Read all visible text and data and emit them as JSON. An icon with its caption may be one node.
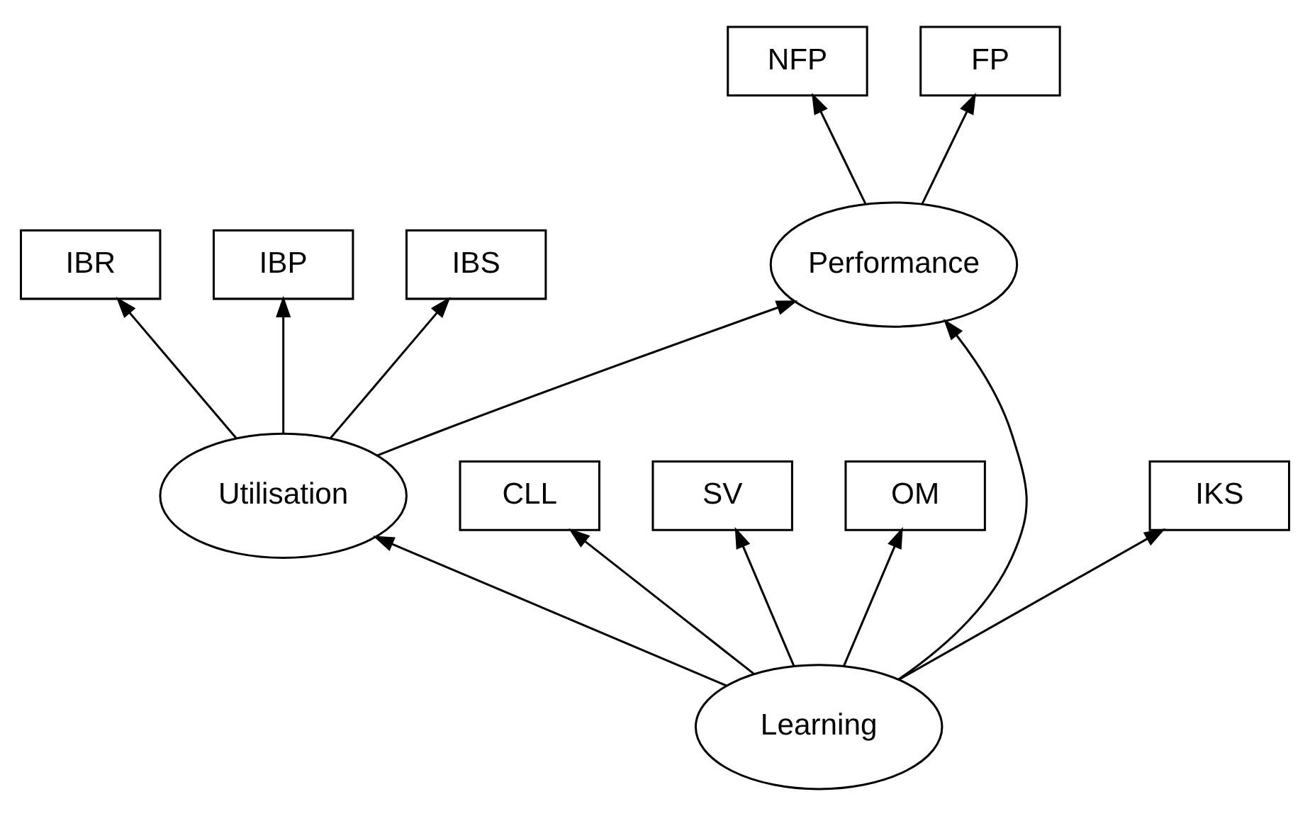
{
  "diagram": {
    "nodes": [
      {
        "text": [
          "IBR"
        ]
      },
      {
        "text": [
          "IBP"
        ]
      },
      {
        "text": [
          "IBS"
        ]
      },
      {
        "text": [
          "Utilisation"
        ]
      },
      {
        "text": [
          "CLL"
        ]
      },
      {
        "text": [
          "SV"
        ]
      },
      {
        "text": [
          "Learning"
        ]
      },
      {
        "text": [
          "OM"
        ]
      },
      {
        "text": [
          "Performance"
        ]
      },
      {
        "text": [
          "IKS"
        ]
      },
      {
        "text": [
          "NFP"
        ]
      },
      {
        "text": [
          "FP"
        ]
      }
    ],
    "edges": [
      {
        "from": 3,
        "to": 0,
        "arrow": "to"
      },
      {
        "from": 3,
        "to": 1,
        "arrow": "to"
      },
      {
        "from": 3,
        "to": 2,
        "arrow": "to"
      },
      {
        "from": 6,
        "to": 3,
        "arrow": "to"
      },
      {
        "from": 3,
        "to": 8,
        "arrow": "to"
      },
      {
        "from": 6,
        "to": 4,
        "arrow": "to"
      },
      {
        "from": 6,
        "to": 5,
        "arrow": "to"
      },
      {
        "from": 6,
        "to": 7,
        "arrow": "to"
      },
      {
        "from": 6,
        "to": 9,
        "arrow": "to"
      },
      {
        "from": 6,
        "to": 8,
        "arrow": "to"
      },
      {
        "from": 8,
        "to": 10,
        "arrow": "to"
      },
      {
        "from": 8,
        "to": 11,
        "arrow": "to"
      }
    ]
  }
}
